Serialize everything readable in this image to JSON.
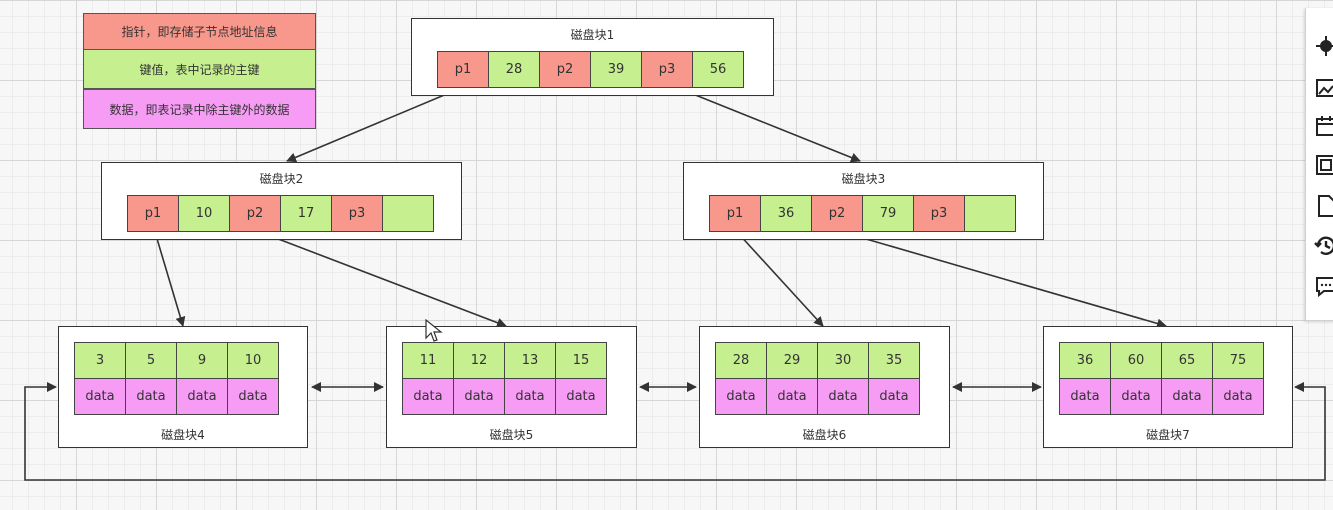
{
  "legend": [
    {
      "label": "指针，即存储子节点地址信息",
      "color": "#f8978b"
    },
    {
      "label": "键值，表中记录的主键",
      "color": "#c6ef90"
    },
    {
      "label": "数据，即表记录中除主键外的数据",
      "color": "#f79cf5"
    }
  ],
  "blocks": {
    "b1": {
      "title": "磁盘块1",
      "cells": [
        "p1",
        "28",
        "p2",
        "39",
        "p3",
        "56"
      ]
    },
    "b2": {
      "title": "磁盘块2",
      "cells": [
        "p1",
        "10",
        "p2",
        "17",
        "p3",
        ""
      ]
    },
    "b3": {
      "title": "磁盘块3",
      "cells": [
        "p1",
        "36",
        "p2",
        "79",
        "p3",
        ""
      ]
    },
    "b4": {
      "title": "磁盘块4",
      "keys": [
        "3",
        "5",
        "9",
        "10"
      ],
      "data": [
        "data",
        "data",
        "data",
        "data"
      ]
    },
    "b5": {
      "title": "磁盘块5",
      "keys": [
        "11",
        "12",
        "13",
        "15"
      ],
      "data": [
        "data",
        "data",
        "data",
        "data"
      ]
    },
    "b6": {
      "title": "磁盘块6",
      "keys": [
        "28",
        "29",
        "30",
        "35"
      ],
      "data": [
        "data",
        "data",
        "data",
        "data"
      ]
    },
    "b7": {
      "title": "磁盘块7",
      "keys": [
        "36",
        "60",
        "65",
        "75"
      ],
      "data": [
        "data",
        "data",
        "data",
        "data"
      ]
    }
  },
  "colors": {
    "pointer": "#f8978b",
    "key": "#c6ef90",
    "data": "#f79cf5",
    "edge": "#333333"
  },
  "toolbar": [
    "move-icon",
    "image-icon",
    "calendar-icon",
    "frame-icon",
    "page-icon",
    "history-icon",
    "comment-icon"
  ]
}
